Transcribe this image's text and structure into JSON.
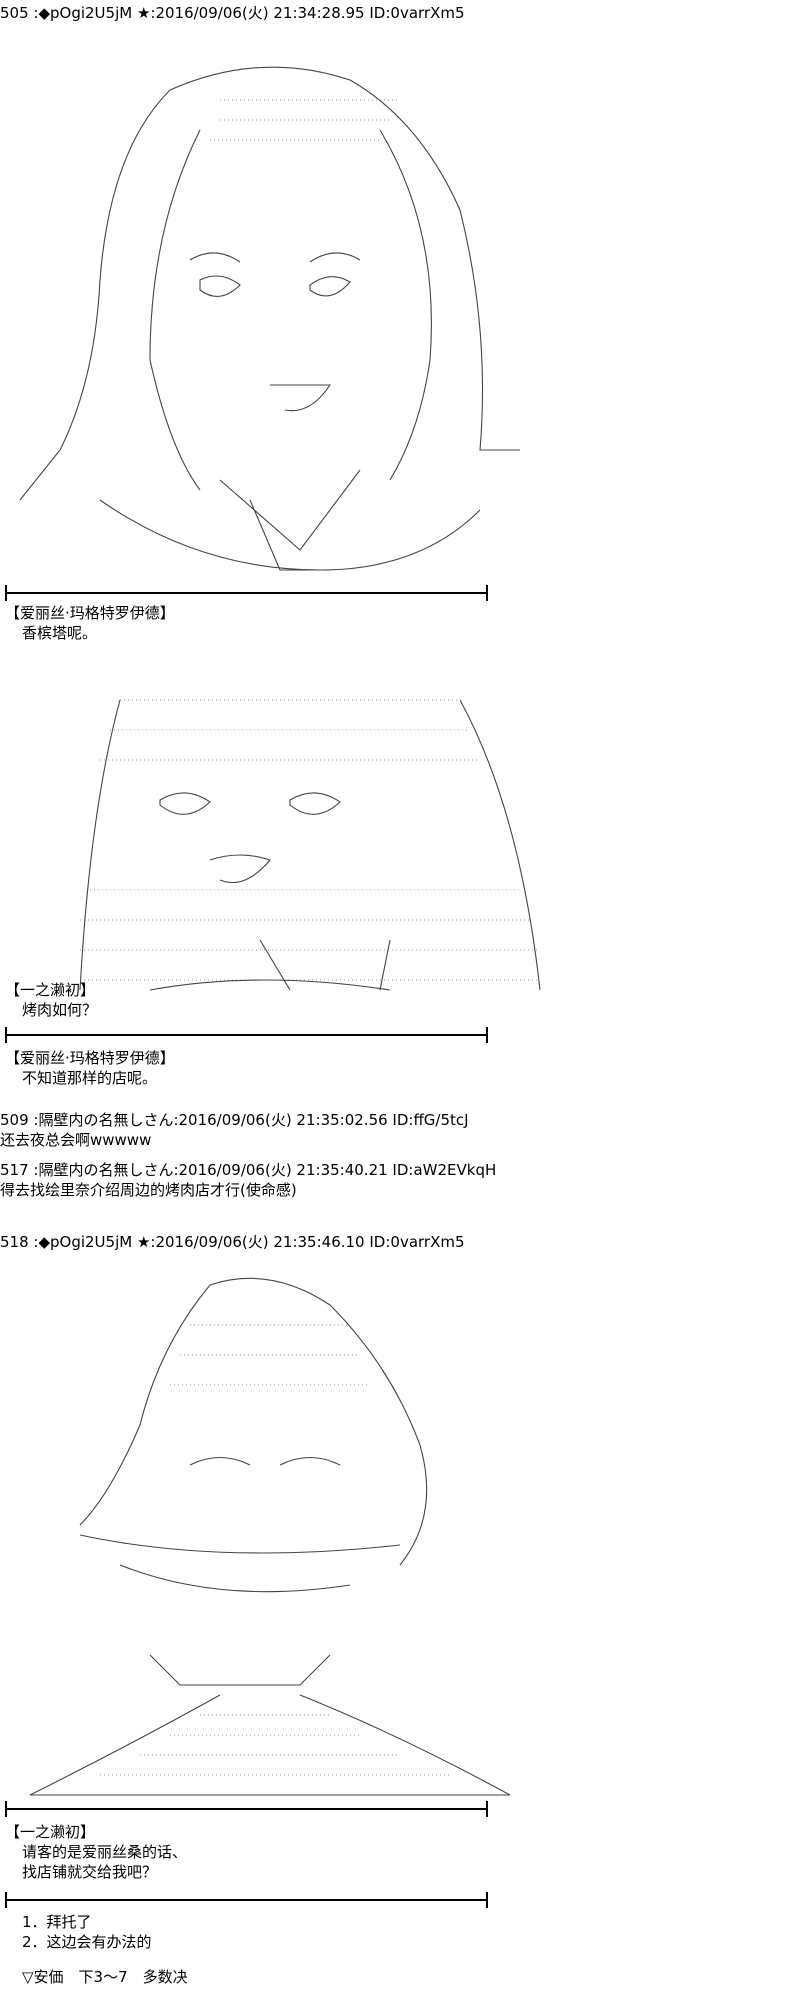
{
  "posts": [
    {
      "header": "505 :◆pOgi2U5jM ★:2016/09/06(火) 21:34:28.95 ID:0varrXm5"
    },
    {
      "header": "509 :隔壁内の名無しさん:2016/09/06(火) 21:35:02.56 ID:ffG/5tcJ",
      "body": "还去夜总会啊wwwww"
    },
    {
      "header": "517 :隔壁内の名無しさん:2016/09/06(火) 21:35:40.21 ID:aW2EVkqH",
      "body": "得去找绘里奈介绍周边的烤肉店才行(使命感)"
    },
    {
      "header": "518 :◆pOgi2U5jM ★:2016/09/06(火) 21:35:46.10 ID:0varrXm5"
    }
  ],
  "dialogue": [
    {
      "speaker": "【爱丽丝·玛格特罗伊德】",
      "lines": [
        "香槟塔呢。"
      ]
    },
    {
      "speaker": "【一之濑初】",
      "lines": [
        "烤肉如何？"
      ]
    },
    {
      "speaker": "【爱丽丝·玛格特罗伊德】",
      "lines": [
        "不知道那样的店呢。"
      ]
    },
    {
      "speaker": "【一之濑初】",
      "lines": [
        "请客的是爱丽丝桑的话、",
        "找店铺就交给我吧？"
      ]
    }
  ],
  "choices": [
    "1．拜托了",
    "2．这边会有办法的"
  ],
  "vote": "▽安価　下3～7　多数决"
}
